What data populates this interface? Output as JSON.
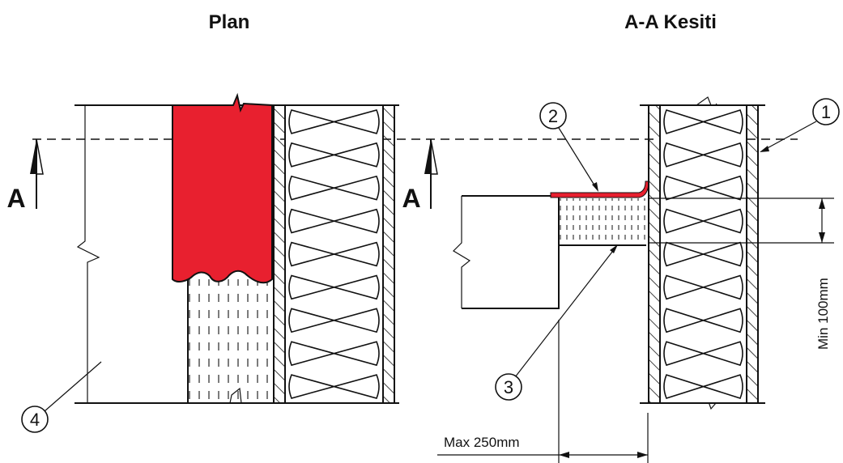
{
  "titles": {
    "plan": "Plan",
    "section": "A-A Kesiti"
  },
  "section_marker": "A",
  "callouts": [
    "1",
    "2",
    "3",
    "4"
  ],
  "dimensions": {
    "min_depth": "Min 100mm",
    "max_overlap": "Max 250mm"
  },
  "colors": {
    "fire_barrier": "#e8202f",
    "line": "#111111",
    "background": "#ffffff"
  }
}
